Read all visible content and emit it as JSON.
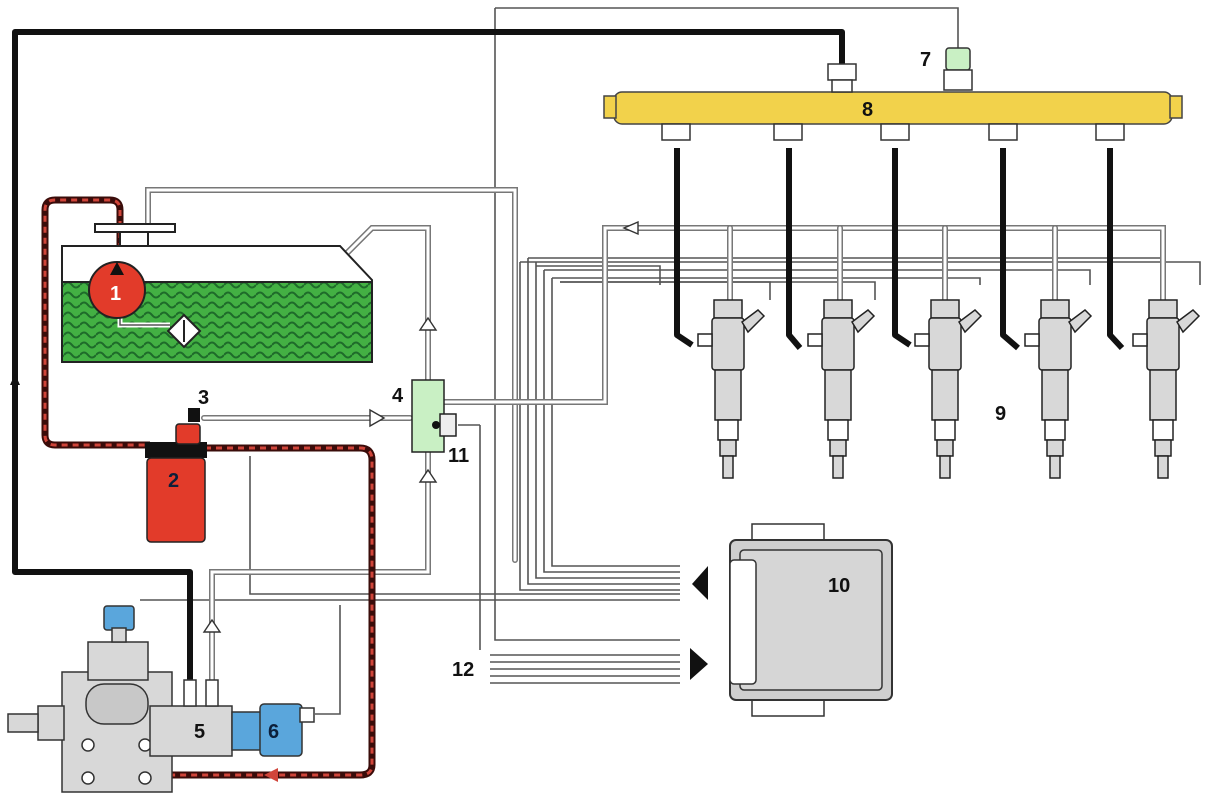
{
  "labels": {
    "l1": "1",
    "l2": "2",
    "l3": "3",
    "l4": "4",
    "l5": "5",
    "l6": "6",
    "l7": "7",
    "l8": "8",
    "l9": "9",
    "l10": "10",
    "l11": "11",
    "l12": "12"
  },
  "icons": {
    "tank": "fuel-tank",
    "pump": "electric-fuel-pump",
    "filter": "fuel-filter",
    "hp_pump": "high-pressure-pump",
    "rail": "common-rail",
    "injector": "fuel-injector",
    "ecu": "control-unit",
    "arrow": "flow-arrow"
  },
  "colors": {
    "fuel": "#3aa63a",
    "fuel_pattern": "#1e6b2a",
    "pump_red": "#e23b2a",
    "rail_yellow": "#f2d24b",
    "valve_blue": "#5aa6dc",
    "sensor_green": "#c9f0c4",
    "ecu_grey": "#cfcfcf",
    "supply_line": "#8a1f1a",
    "hp_line": "#111111"
  }
}
